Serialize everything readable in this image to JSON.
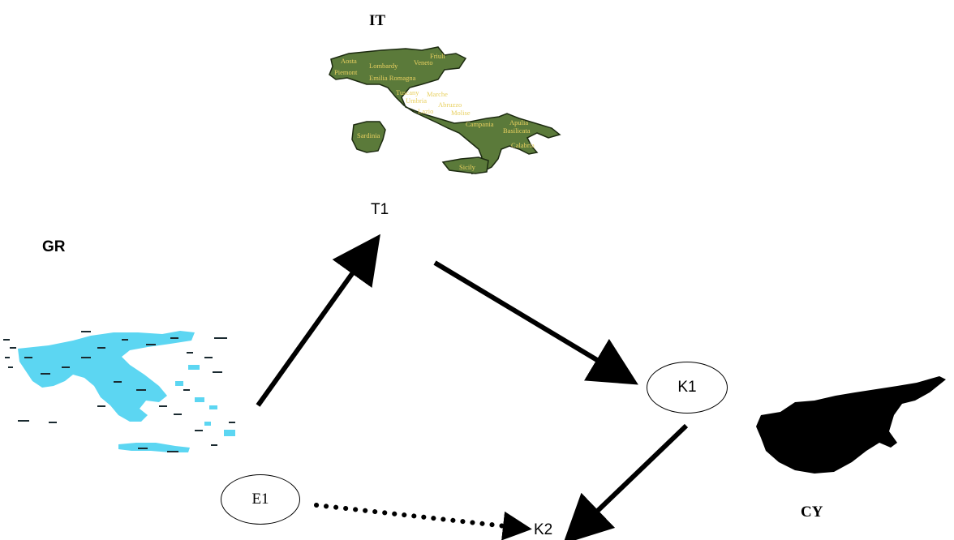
{
  "labels": {
    "italy_code": "IT",
    "greece_code": "GR",
    "cyprus_code": "CY"
  },
  "nodes": {
    "t1": "T1",
    "e1": "E1",
    "k1": "K1",
    "k2": "K2"
  },
  "italy_map_labels": [
    "Aosta",
    "Lombardy",
    "Veneto",
    "Friuli",
    "Piemont",
    "Emilia Romagna",
    "Tuscany",
    "Marche",
    "Umbria",
    "Abruzzo",
    "Lazio",
    "Molise",
    "Campania",
    "Apulia",
    "Basilicata",
    "Calabria",
    "Sardinia",
    "Sicily"
  ],
  "colors": {
    "italy": "#5b7a3a",
    "italy_text": "#e8d060",
    "greece": "#5cd6f2",
    "cyprus": "#000000",
    "arrow": "#000000"
  }
}
